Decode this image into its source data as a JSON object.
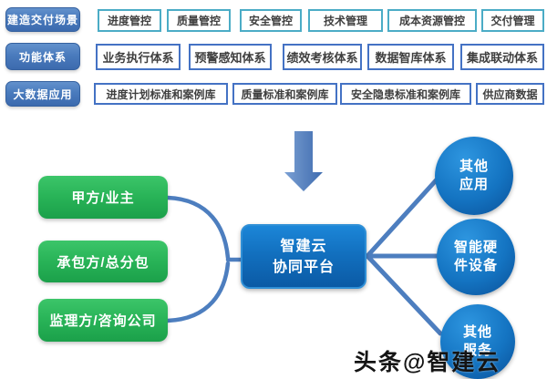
{
  "rows": [
    {
      "label": "建造交付场景",
      "items": [
        "进度管控",
        "质量管控",
        "安全管控",
        "技术管理",
        "成本资源管控",
        "交付管理"
      ]
    },
    {
      "label": "功能体系",
      "items": [
        "业务执行体系",
        "预警感知体系",
        "绩效考核体系",
        "数据智库体系",
        "集成联动体系"
      ]
    },
    {
      "label": "大数据应用",
      "items": [
        "进度计划标准和案例库",
        "质量标准和案例库",
        "安全隐患标准和案例库",
        "供应商数据"
      ]
    }
  ],
  "participants": [
    "甲方/业主",
    "承包方/总分包",
    "监理方/咨询公司"
  ],
  "platform": {
    "line1": "智建云",
    "line2": "协同平台"
  },
  "endpoints": [
    {
      "line1": "其他",
      "line2": "应用"
    },
    {
      "line1": "智能硬",
      "line2": "件设备"
    },
    {
      "line1": "其他",
      "line2": "服务"
    }
  ],
  "watermark": "头条@智建云",
  "colors": {
    "row1_border": "#4bacc6",
    "row23_border": "#4472c4",
    "label_fill": "#4a7bbd",
    "green_fill": "#28b357",
    "platform_fill": "#1270bf",
    "circle_fill": "#1474c2",
    "connector": "#4d7ebf",
    "arrow": "#5c85c0",
    "box_text": "#3f3f3f"
  }
}
